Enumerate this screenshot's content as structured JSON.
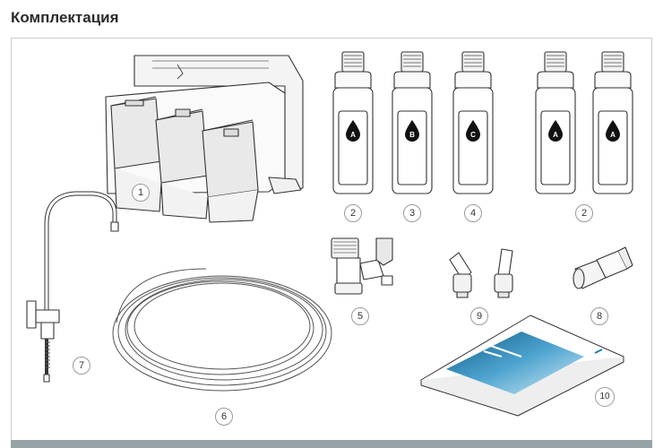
{
  "header": {
    "title": "Комплектация"
  },
  "callouts": {
    "c1": "1",
    "c2a": "2",
    "c3": "3",
    "c4": "4",
    "c2b": "2",
    "c5": "5",
    "c6": "6",
    "c7": "7",
    "c8": "8",
    "c9": "9",
    "c10": "10"
  },
  "cartridge_letters": [
    "A",
    "B",
    "C",
    "A",
    "A"
  ],
  "colors": {
    "frame_border": "#c9c9c9",
    "footer_bar": "#97a3a6",
    "accent_blue": "#1f7fb0"
  }
}
